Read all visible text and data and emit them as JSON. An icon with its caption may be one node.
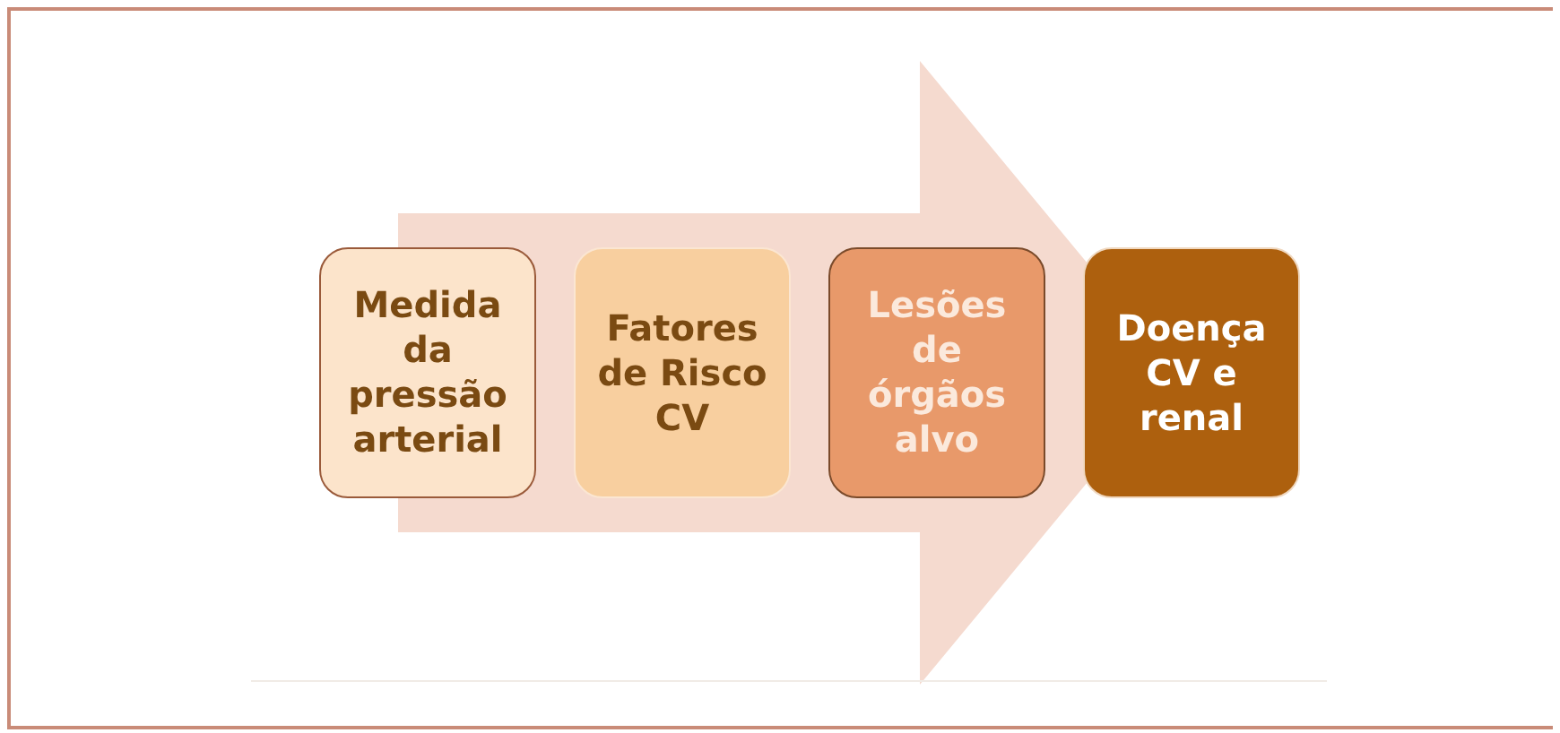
{
  "diagram": {
    "nodes": [
      {
        "text": [
          "Medida da pressão arterial"
        ]
      },
      {
        "text": [
          "Fatores de Risco CV"
        ]
      },
      {
        "text": [
          "Lesões de órgãos alvo"
        ]
      },
      {
        "text": [
          "Doença CV e renal"
        ]
      }
    ],
    "edges": [
      {
        "from": 0,
        "to": 3,
        "arrow": "to"
      }
    ]
  }
}
